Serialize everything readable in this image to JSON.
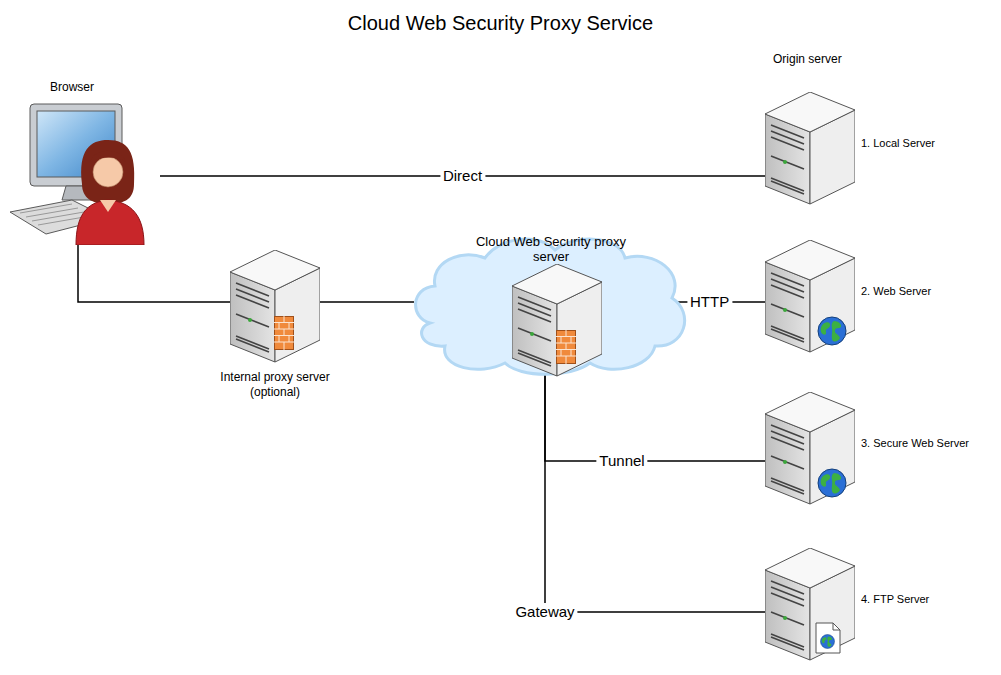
{
  "diagram": {
    "title": "Cloud Web Security Proxy Service",
    "nodes": [
      {
        "text": [
          "Browser"
        ]
      },
      {
        "text": [
          "Internal proxy server (optional)"
        ]
      },
      {
        "text": [
          "Cloud Web Security proxy server"
        ]
      },
      {
        "text": [
          "1. Local Server"
        ]
      },
      {
        "text": [
          "2. Web Server"
        ]
      },
      {
        "text": [
          "3. Secure Web Server"
        ]
      },
      {
        "text": [
          "4. FTP Server"
        ]
      }
    ],
    "edges": [
      {
        "from": 0,
        "to": 3,
        "label": "Direct",
        "arrow": "none"
      },
      {
        "from": 0,
        "to": 1,
        "arrow": "none"
      },
      {
        "from": 1,
        "to": 2,
        "arrow": "none"
      },
      {
        "from": 2,
        "to": 4,
        "label": "HTTP",
        "arrow": "none"
      },
      {
        "from": 2,
        "to": 5,
        "label": "Tunnel",
        "arrow": "none"
      },
      {
        "from": 2,
        "to": 6,
        "label": "Gateway",
        "arrow": "none"
      }
    ],
    "labels": [
      "Origin server"
    ]
  }
}
